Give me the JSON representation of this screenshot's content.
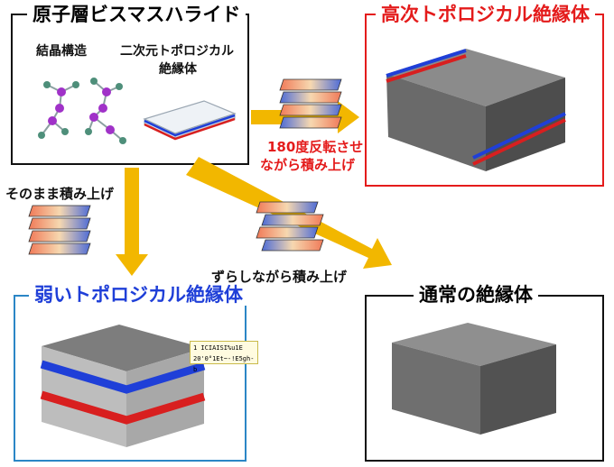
{
  "panels": {
    "source": {
      "title": "原子層ビスマスハライド",
      "crystal_label": "結晶構造",
      "ti2d_label_line1": "二次元トポロジカル",
      "ti2d_label_line2": "絶縁体"
    },
    "higher_order": {
      "title": "高次トポロジカル絶縁体"
    },
    "weak": {
      "title": "弱いトポロジカル絶縁体",
      "note_line1": "1 ICIAISI%u1E",
      "note_line2": "20'0°1Et~-!E5gh-b"
    },
    "normal": {
      "title": "通常の絶縁体"
    }
  },
  "arrows": {
    "rotate_label_line1": "180度反転させ",
    "rotate_label_line2": "ながら積み上げ",
    "stack_label": "そのまま積み上げ",
    "shift_label": "ずらしながら積み上げ"
  },
  "colors": {
    "red_frame": "#e41b1b",
    "blue_frame": "#2b86c6",
    "arrow_gold": "#f2b700",
    "edge_red": "#d81f1f",
    "edge_blue": "#1f3fd8"
  }
}
